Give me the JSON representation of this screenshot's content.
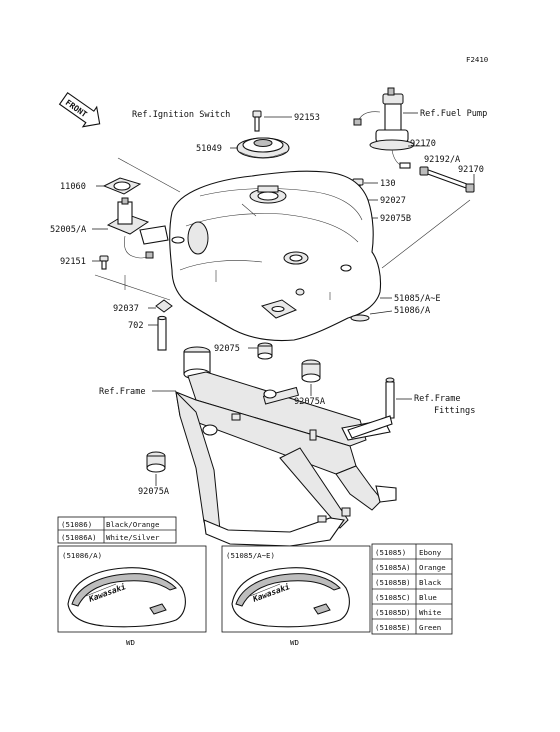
{
  "diagram": {
    "figure_code": "F2410",
    "front_arrow_label": "FRONT",
    "labels": {
      "ref_ignition": "Ref.Ignition Switch",
      "p92153": "92153",
      "ref_fuel_pump": "Ref.Fuel Pump",
      "p51049": "51049",
      "p92170_top": "92170",
      "p92192a": "92192/A",
      "p92170_side": "92170",
      "p11060": "11060",
      "p130": "130",
      "p92027": "92027",
      "p52005a": "52005/A",
      "p92075b": "92075B",
      "p92151": "92151",
      "p51085ae": "51085/A~E",
      "p51086a": "51086/A",
      "p92037": "92037",
      "p702": "702",
      "p92075": "92075",
      "ref_frame": "Ref.Frame",
      "p92075a_right": "92075A",
      "ref_frame_fittings_1": "Ref.Frame",
      "ref_frame_fittings_2": "Fittings",
      "p92075a_left": "92075A"
    },
    "tank_color_table": [
      {
        "code": "(51086)",
        "color": "Black/Orange"
      },
      {
        "code": "(51086A)",
        "color": "White/Silver"
      }
    ],
    "inset_left": {
      "title": "(51086/A)",
      "caption": "WD"
    },
    "inset_right": {
      "title": "(51085/A~E)",
      "caption": "WD"
    },
    "color_table": [
      {
        "code": "(51085)",
        "color": "Ebony"
      },
      {
        "code": "(51085A)",
        "color": "Orange"
      },
      {
        "code": "(51085B)",
        "color": "Black"
      },
      {
        "code": "(51085C)",
        "color": "Blue"
      },
      {
        "code": "(51085D)",
        "color": "White"
      },
      {
        "code": "(51085E)",
        "color": "Green"
      }
    ]
  }
}
